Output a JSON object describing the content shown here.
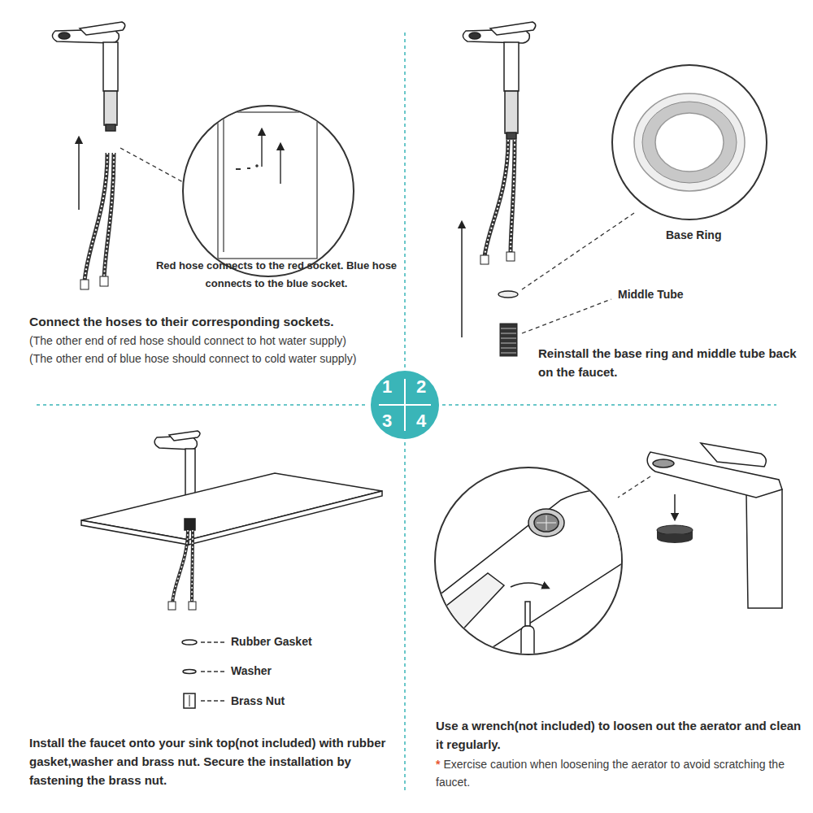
{
  "diagram": {
    "nodes": [
      {
        "text": [
          "1",
          "2",
          "3",
          "4"
        ]
      }
    ],
    "labels": [
      "Red hose connects to the red socket. Blue hose connects to the blue socket.",
      "Connect the hoses to their corresponding sockets.",
      "(The other end of red hose should connect to hot water supply)",
      "(The other end of blue hose should connect to cold water supply)",
      "Base Ring",
      "Middle Tube",
      "Reinstall the base ring and middle tube back on the faucet.",
      "Rubber Gasket",
      "Washer",
      "Brass Nut",
      "Install the faucet onto your sink top(not included) with rubber gasket,washer and brass nut. Secure the installation by fastening the brass nut.",
      "Use a wrench(not included) to loosen out the aerator and clean it regularly.",
      "*",
      "Exercise caution when loosening the aerator to avoid scratching the faucet."
    ]
  }
}
